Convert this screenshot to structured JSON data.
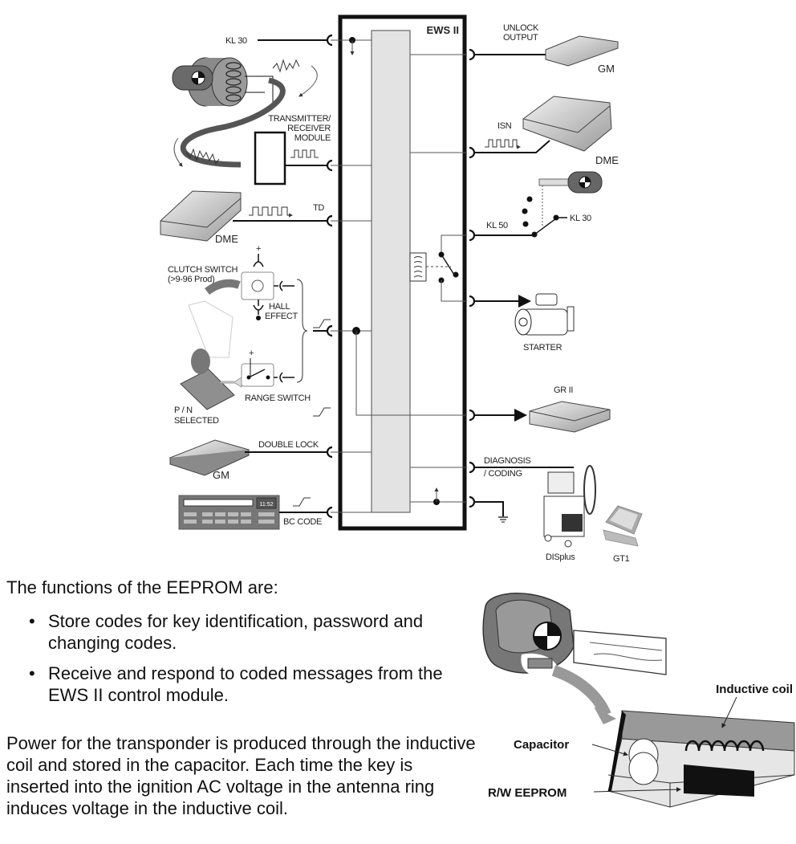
{
  "diagram": {
    "module_title": "EWS II",
    "left_inputs": {
      "kl30": "KL 30",
      "transmitter_line1": "TRANSMITTER/",
      "transmitter_line2": "RECEIVER",
      "transmitter_line3": "MODULE",
      "dme": "DME",
      "td": "TD",
      "clutch_line1": "CLUTCH SWITCH",
      "clutch_line2": "(>9-96 Prod)",
      "hall_line1": "HALL",
      "hall_line2": "EFFECT",
      "range_switch": "RANGE SWITCH",
      "pn_line1": "P / N",
      "pn_line2": "SELECTED",
      "double_lock": "DOUBLE LOCK",
      "gm": "GM",
      "bc_code": "BC CODE",
      "plus": "+",
      "clock": "11:52"
    },
    "right_outputs": {
      "unlock_line1": "UNLOCK",
      "unlock_line2": "OUTPUT",
      "gm": "GM",
      "isn": "ISN",
      "dme": "DME",
      "kl50": "KL 50",
      "kl30": "KL 30",
      "starter": "STARTER",
      "grii": "GR II",
      "diag_line1": "DIAGNOSIS",
      "diag_line2": "/ CODING",
      "displus": "DISplus",
      "gt1": "GT1"
    }
  },
  "text": {
    "intro": "The functions of the EEPROM are:",
    "bullet_char": "•",
    "bullets": [
      "Store codes for key identification, password and changing codes.",
      "Receive and respond to coded messages from the EWS II control module."
    ],
    "paragraph": "Power for the transponder is produced through the inductive coil and stored in the capacitor. Each time the key is inserted into the ignition AC voltage in the antenna ring induces voltage in the inductive coil."
  },
  "key_figure": {
    "inductive_coil": "Inductive coil",
    "capacitor": "Capacitor",
    "eeprom": "R/W EEPROM"
  }
}
